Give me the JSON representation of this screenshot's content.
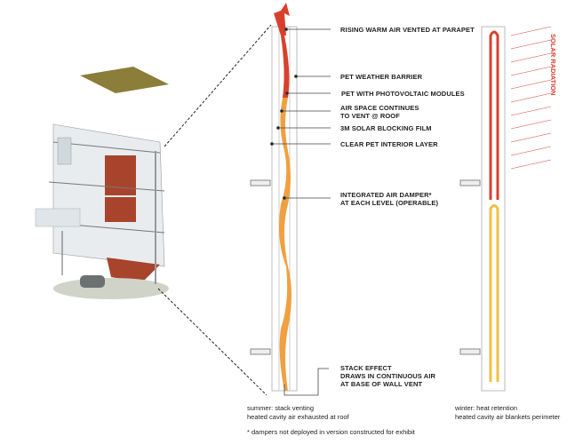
{
  "labels": {
    "rising": "RISING WARM AIR VENTED AT PARAPET",
    "weather_barrier": "PET WEATHER BARRIER",
    "pv": "PET WITH PHOTOVOLTAIC MODULES",
    "air_space_1": "AIR SPACE CONTINUES",
    "air_space_2": "TO VENT @ ROOF",
    "film": "3M SOLAR BLOCKING FILM",
    "clear_pet": "CLEAR PET INTERIOR LAYER",
    "damper_1": "INTEGRATED AIR DAMPER*",
    "damper_2": "AT EACH LEVEL (OPERABLE)",
    "stack_1": "STACK EFFECT",
    "stack_2": "DRAWS IN CONTINUOUS AIR",
    "stack_3": "AT BASE OF WALL VENT",
    "solar": "SOLAR RADIATION"
  },
  "captions": {
    "summer_1": "summer: stack venting",
    "summer_2": "heated cavity air exhausted at roof",
    "footnote": "* dampers not deployed in version constructed for exhibit",
    "winter_1": "winter: heat retention",
    "winter_2": "heated cavity air blankets perimeter"
  },
  "colors": {
    "hot": "#d8402e",
    "warm": "#f0a040",
    "cool": "#f6cd6a"
  }
}
